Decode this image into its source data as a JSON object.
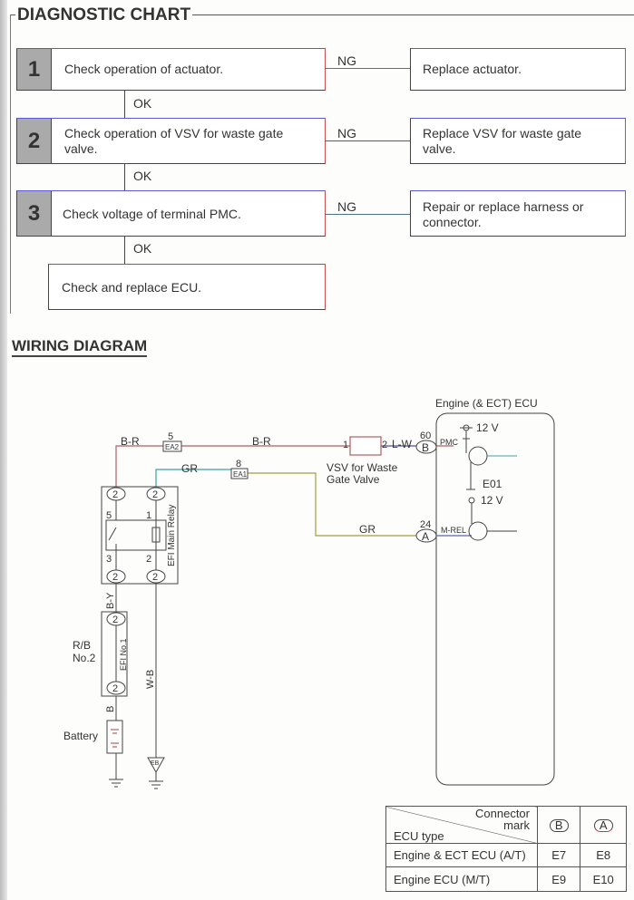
{
  "diagnostic": {
    "title": "DIAGNOSTIC CHART",
    "steps": [
      {
        "num": "1",
        "check": "Check operation of actuator.",
        "ng": "NG",
        "result": "Replace actuator.",
        "ok": "OK"
      },
      {
        "num": "2",
        "check": "Check operation of VSV for waste gate valve.",
        "ng": "NG",
        "result": "Replace VSV for waste gate valve.",
        "ok": "OK"
      },
      {
        "num": "3",
        "check": "Check voltage of terminal PMC.",
        "ng": "NG",
        "result": "Repair or replace harness or connector.",
        "ok": "OK"
      }
    ],
    "final": "Check and replace ECU."
  },
  "wiring": {
    "title": "WIRING DIAGRAM",
    "ecu_title": "Engine (& ECT) ECU",
    "wire_br1": "B-R",
    "wire_br2": "B-R",
    "wire_gr1": "GR",
    "wire_gr2": "GR",
    "wire_lw": "L-W",
    "wire_by": "B-Y",
    "wire_wb": "W-B",
    "wire_b": "B",
    "ea2_num": "5",
    "ea2": "EA2",
    "ea1_num": "8",
    "ea1": "EA1",
    "vsv_pin1": "1",
    "vsv_pin2": "2",
    "vsv_label1": "VSV for Waste",
    "vsv_label2": "Gate Valve",
    "conn_b": "B",
    "conn_b_pin": "60",
    "conn_a": "A",
    "conn_a_pin": "24",
    "pmc": "PMC",
    "m_rel": "M-REL",
    "e01": "E01",
    "v12a": "12 V",
    "v12b": "12 V",
    "relay_label": "EFI Main Relay",
    "relay_c": "2",
    "relay_pin5": "5",
    "relay_pin1": "1",
    "relay_pin3": "3",
    "relay_pin2": "2",
    "rb_label1": "R/B",
    "rb_label2": "No.2",
    "fuse_label": "EFI No.1",
    "battery": "Battery",
    "eb": "EB"
  },
  "table": {
    "header_connector": "Connector mark",
    "header_connector1": "Connector",
    "header_connector2": "mark",
    "header_type": "ECU type",
    "col_b": "B",
    "col_a": "A",
    "rows": [
      {
        "type": "Engine & ECT ECU (A/T)",
        "b": "E7",
        "a": "E8"
      },
      {
        "type": "Engine ECU (M/T)",
        "b": "E9",
        "a": "E10"
      }
    ]
  }
}
